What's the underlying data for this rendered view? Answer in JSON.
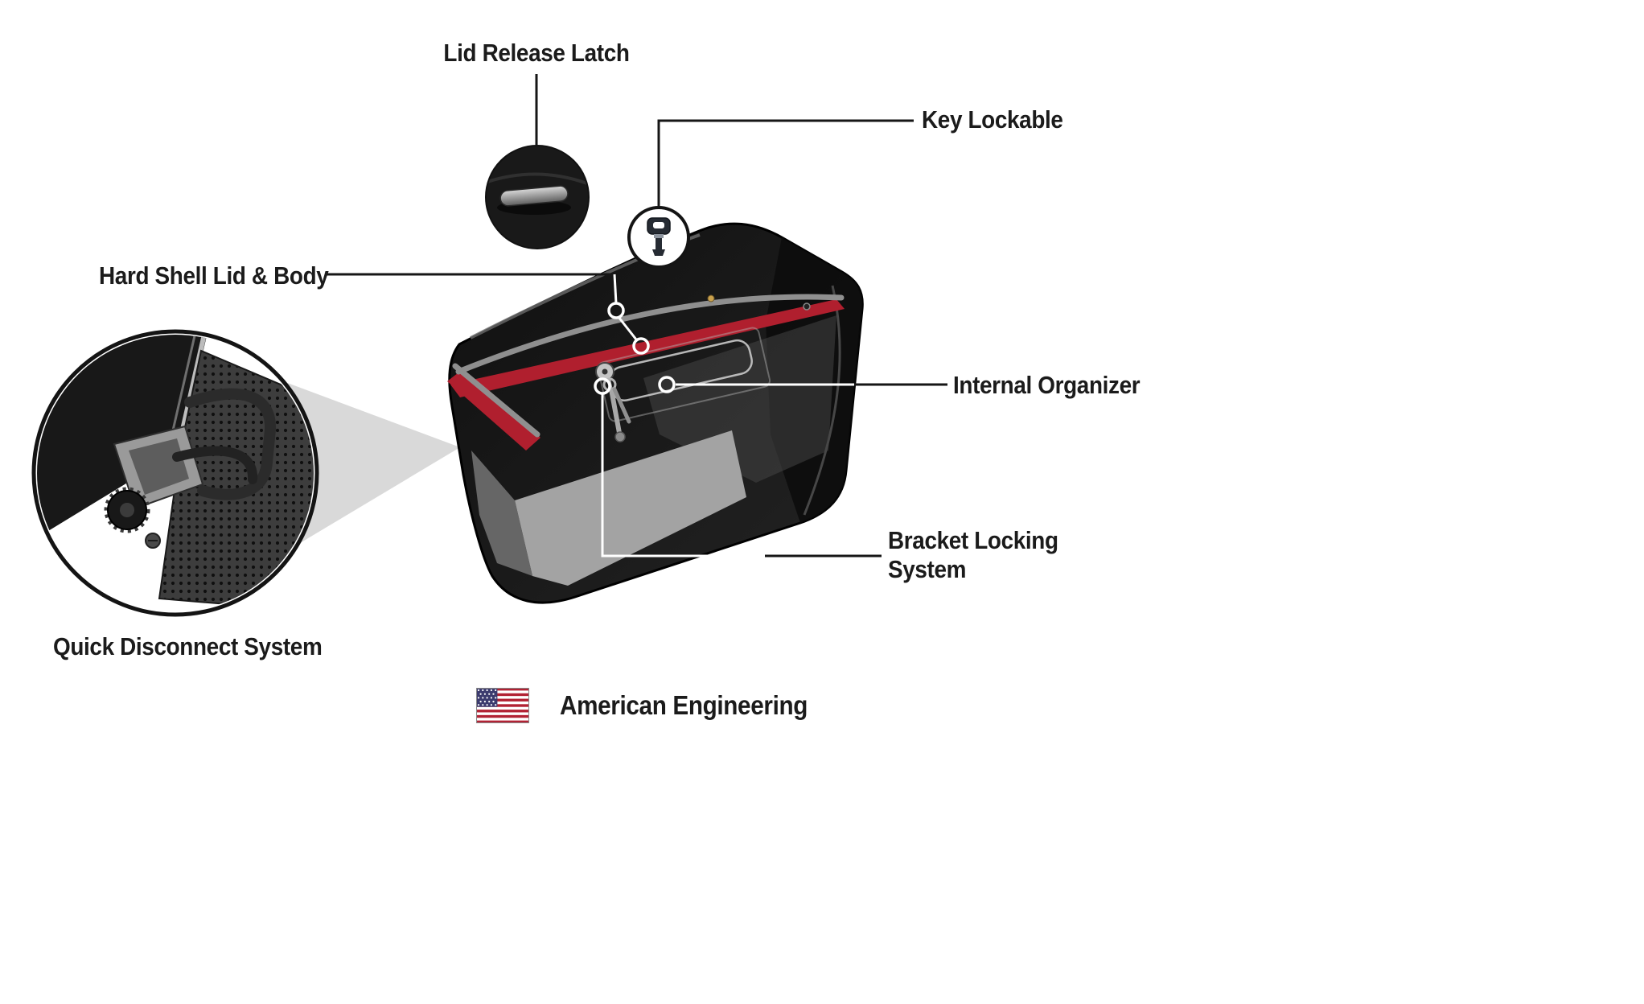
{
  "labels": {
    "lid_release_latch": "Lid Release Latch",
    "key_lockable": "Key Lockable",
    "hard_shell_lid_body": "Hard Shell Lid & Body",
    "internal_organizer": "Internal Organizer",
    "bracket_locking_system": "Bracket Locking System",
    "quick_disconnect_system": "Quick Disconnect System",
    "american_engineering": "American Engineering"
  },
  "icons": {
    "flag": "us-flag-icon",
    "key": "key-icon",
    "latch": "latch-icon",
    "lock_keys": "lock-and-keys-icon"
  },
  "colors": {
    "accent_red": "#b01f2e",
    "bag_black": "#141414",
    "line_black": "#161616",
    "piping_gray": "#8f8f8f",
    "reflection_gray": "#a3a3a3",
    "wedge_gray": "#d9d9d9",
    "flag_red": "#B22234",
    "flag_blue": "#3C3B6E",
    "text_black": "#1b1b1b"
  }
}
